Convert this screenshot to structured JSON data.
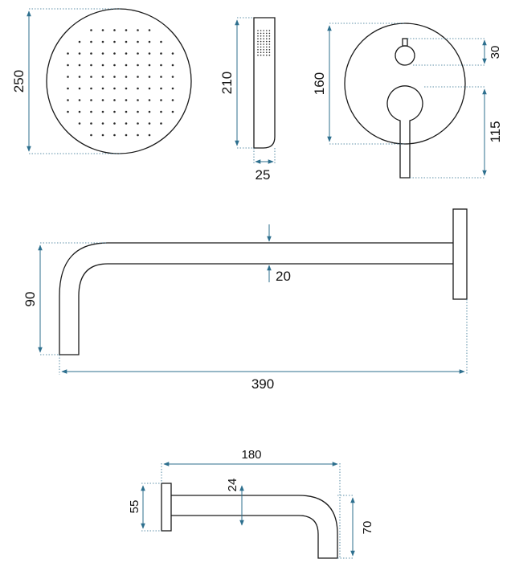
{
  "dimensions": {
    "shower_head_height": "250",
    "hand_shower_height": "210",
    "hand_shower_width": "25",
    "mixer_plate_height": "160",
    "mixer_top_offset": "30",
    "mixer_lever_offset": "115",
    "arm_drop_height": "90",
    "arm_thickness": "20",
    "arm_length": "390",
    "spout_length": "180",
    "spout_plate_height": "55",
    "spout_thickness": "24",
    "spout_drop_height": "70"
  },
  "colors": {
    "outline": "#1a1a1a",
    "dimension": "#2d6f8e"
  }
}
